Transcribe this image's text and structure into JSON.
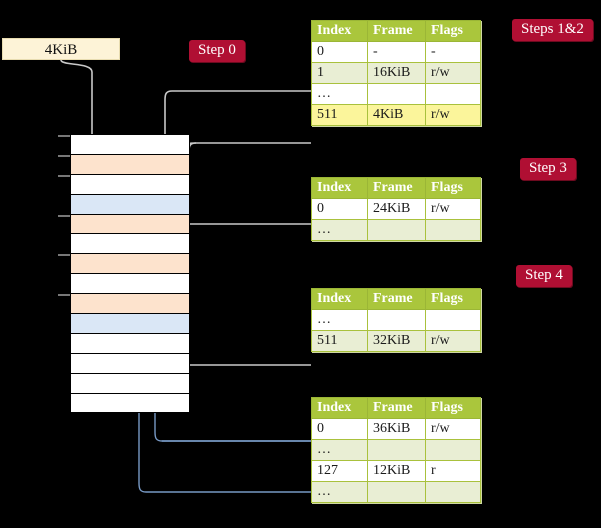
{
  "diagram": {
    "title_box": {
      "label": "4KiB"
    },
    "badges": [
      {
        "name": "step-0",
        "label": "Step 0"
      },
      {
        "name": "steps-1-2",
        "label": "Steps 1&2"
      },
      {
        "name": "step-3",
        "label": "Step 3"
      },
      {
        "name": "step-4",
        "label": "Step 4"
      }
    ],
    "memory_column": {
      "rows": [
        {
          "fill": "white"
        },
        {
          "fill": "orange"
        },
        {
          "fill": "white"
        },
        {
          "fill": "blue"
        },
        {
          "fill": "orange"
        },
        {
          "fill": "white"
        },
        {
          "fill": "orange"
        },
        {
          "fill": "white"
        },
        {
          "fill": "orange"
        },
        {
          "fill": "blue"
        },
        {
          "fill": "white"
        },
        {
          "fill": "white"
        },
        {
          "fill": "white"
        },
        {
          "fill": "white"
        }
      ]
    },
    "colors": {
      "badge_background": "#b00f33",
      "table_header": "#aac63c",
      "table_alt_row": "#e9eed4",
      "highlight": "#fbf59b",
      "memory_orange": "#fde3cd",
      "memory_blue": "#dae7f6",
      "size_box": "#fdf3d7",
      "arrow_gray": "#c9c9c9",
      "arrow_blue": "#7799c4"
    },
    "tables": [
      {
        "name": "page-table-1",
        "columns": [
          "Index",
          "Frame",
          "Flags"
        ],
        "rows": [
          {
            "index": "0",
            "frame": "-",
            "flags": "-",
            "style": "plain",
            "highlight": false
          },
          {
            "index": "1",
            "frame": "16KiB",
            "flags": "r/w",
            "style": "alt",
            "highlight": false
          },
          {
            "index": "…",
            "frame": "",
            "flags": "",
            "style": "plain",
            "highlight": false
          },
          {
            "index": "511",
            "frame": "4KiB",
            "flags": "r/w",
            "style": "alt",
            "highlight": true
          }
        ]
      },
      {
        "name": "page-table-2",
        "columns": [
          "Index",
          "Frame",
          "Flags"
        ],
        "rows": [
          {
            "index": "0",
            "frame": "24KiB",
            "flags": "r/w",
            "style": "plain",
            "highlight": false
          },
          {
            "index": "…",
            "frame": "",
            "flags": "",
            "style": "alt",
            "highlight": false
          }
        ]
      },
      {
        "name": "page-table-3",
        "columns": [
          "Index",
          "Frame",
          "Flags"
        ],
        "rows": [
          {
            "index": "…",
            "frame": "",
            "flags": "",
            "style": "plain",
            "highlight": false
          },
          {
            "index": "511",
            "frame": "32KiB",
            "flags": "r/w",
            "style": "alt",
            "highlight": false
          }
        ]
      },
      {
        "name": "page-table-4",
        "columns": [
          "Index",
          "Frame",
          "Flags"
        ],
        "rows": [
          {
            "index": "0",
            "frame": "36KiB",
            "flags": "r/w",
            "style": "plain",
            "highlight": false
          },
          {
            "index": "…",
            "frame": "",
            "flags": "",
            "style": "alt",
            "highlight": false
          },
          {
            "index": "127",
            "frame": "12KiB",
            "flags": "r",
            "style": "plain",
            "highlight": false
          },
          {
            "index": "…",
            "frame": "",
            "flags": "",
            "style": "alt",
            "highlight": false
          }
        ]
      }
    ]
  }
}
